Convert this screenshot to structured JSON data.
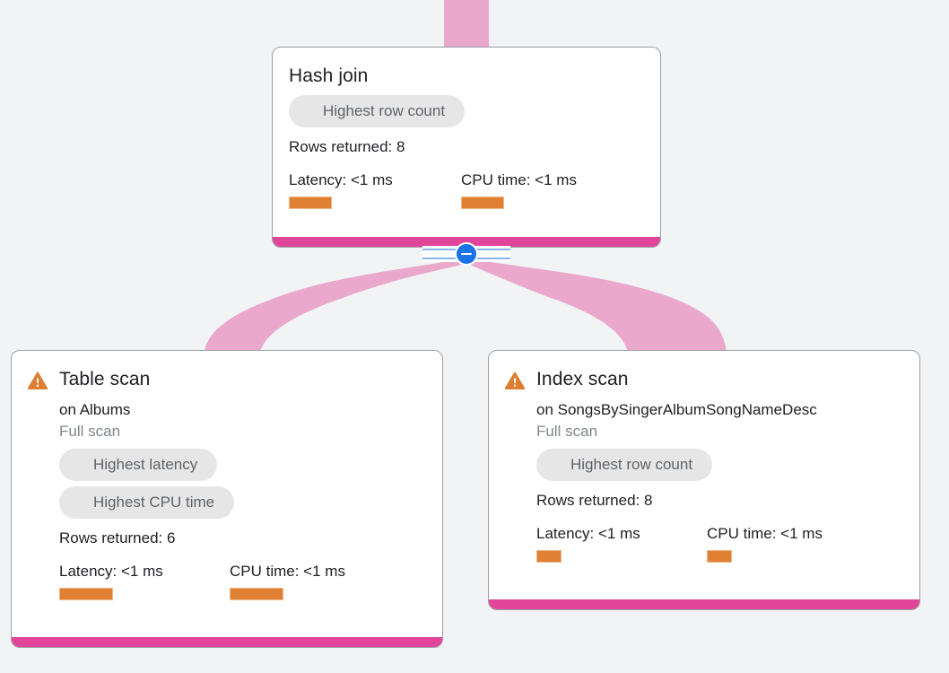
{
  "canvas": {
    "background_color": "#f1f3f4",
    "accent_color": "#e0459a",
    "ribbon_color": "#eaa8cd",
    "bar_color": "#df8033",
    "toggle_color": "#1a73e8"
  },
  "toggle": {
    "name": "collapse-children-toggle",
    "glyph": "minus",
    "state": "expanded"
  },
  "nodes": [
    {
      "id": "hash-join",
      "title": "Hash join",
      "has_warning": false,
      "subtitle": "",
      "subtitle_muted": "",
      "chips": [
        "Highest row count"
      ],
      "rows_returned": "Rows returned: 8",
      "metrics": [
        {
          "label": "Latency: <1 ms",
          "bar_name": "latency-bar"
        },
        {
          "label": "CPU time: <1 ms",
          "bar_name": "cpu-time-bar"
        }
      ]
    },
    {
      "id": "table-scan",
      "title": "Table scan",
      "has_warning": true,
      "warning_icon": "warning-triangle-icon",
      "subtitle": "on Albums",
      "subtitle_muted": "Full scan",
      "chips": [
        "Highest latency",
        "Highest CPU time"
      ],
      "rows_returned": "Rows returned: 6",
      "metrics": [
        {
          "label": "Latency: <1 ms",
          "bar_name": "latency-bar"
        },
        {
          "label": "CPU time: <1 ms",
          "bar_name": "cpu-time-bar"
        }
      ]
    },
    {
      "id": "index-scan",
      "title": "Index scan",
      "has_warning": true,
      "warning_icon": "warning-triangle-icon",
      "subtitle": "on SongsBySingerAlbumSongNameDesc",
      "subtitle_muted": "Full scan",
      "chips": [
        "Highest row count"
      ],
      "rows_returned": "Rows returned: 8",
      "metrics": [
        {
          "label": "Latency: <1 ms",
          "bar_name": "latency-bar"
        },
        {
          "label": "CPU time: <1 ms",
          "bar_name": "cpu-time-bar"
        }
      ]
    }
  ]
}
